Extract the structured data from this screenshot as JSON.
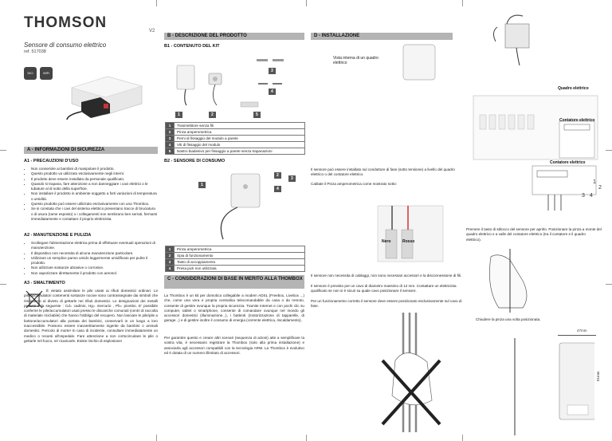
{
  "header": {
    "logo": "THOMSON",
    "version": "V2",
    "product_title": "Sensore di consumo elettrico",
    "ref": "ref. 517038"
  },
  "badges": {
    "b1": "DiO",
    "b2": "WiFi"
  },
  "sections": {
    "A": "A - INFORMAZIONI DI SICUREZZA",
    "B": "B - DESCRIZIONE DEL PRODOTTO",
    "C": "C - CONSIDERAZIONI DI BASE IN MERITO ALLA THOMBOX",
    "D": "D - INSTALLAZIONE"
  },
  "a1": {
    "title": "A1 - PRECAUZIONI D'USO",
    "items": [
      "Non consentire ai bambini di manipolare il prodotto.",
      "Questo prodotto va utilizzato esclusivamente negli interni.",
      "Il prodotto deve essere installato da personale qualificato.",
      "Quando si trapana, fare attenzione a non danneggiare i cavi elettrici o le tubature al di sotto della superficie.",
      "Non installare il prodotto in ambiente soggetto a forti variazioni di temperatura o umidità.",
      "Questo prodotto può essere utilizzato esclusivamente con una Thombox.",
      "Se si constata che i cavi del sistema elettrico presentano tracce di bruciatura o di usura (rame esposto) o i collegamenti non sembrano ben serrati, fermarsi immediatamente e contattare il proprio elettricista."
    ]
  },
  "a2": {
    "title": "A2 - MANUTENZIONE E PULIZIA",
    "items": [
      "Scollegare l'alimentazione elettrica prima di effettuare eventuali operazioni di manutenzione.",
      "Il dispositivo non necessita di alcuna manutenzione particolare.",
      "Utilizzare un semplice panno umido leggermente umidificato per pulire il prodotto.",
      "Non utilizzare sostanze abrasive o corrosive.",
      "Non vaporizzare direttamente il prodotto con aerosol."
    ]
  },
  "a3": {
    "title": "A3 - SMALTIMENTO",
    "text": "È vietato assimilare le pile usate ai rifiuti domestici ordinari. Le pile/accumulatori contenenti sostanze nocive sono contrassegnate dai simboli che rimandano al divieto di gettarle nei rifiuti domestici. Le designazioni dei metalli pesanti è la seguente : Cd= cadmio, Hg= mercurio , Pb= piombo. E' possibile conferire le pile/accumulatori usati presso le discariche comunali (centri di raccolta di materiale riciclabile) che hanno l'obbligo del recupero. Non lasciare le pile/pile a bottone/accumulatori alla portata dei bambini, conservarli in un luogo a loro inaccessibile. Possono essere inavvertitamente ingerite da bambini o animali domestici. Pericolo di morte! In caso di incidente, consultare immediatamente un medico o recarsi all'ospedale. Fare attenzione a non cortocircuitare le pile o gettarle nel fuoco, né ricaricarle. Esiste rischio di esplosione!"
  },
  "b1": {
    "title": "B1 - CONTENUTO DEL KIT",
    "tags": [
      "1",
      "2",
      "3",
      "4",
      "5"
    ],
    "table": [
      {
        "n": "1",
        "label": "Trasmettitore senza fili"
      },
      {
        "n": "2",
        "label": "Pinza amperometrica"
      },
      {
        "n": "3",
        "label": "Perni di fissaggio del modulo a parete"
      },
      {
        "n": "4",
        "label": "Viti di fissaggio del modulo"
      },
      {
        "n": "5",
        "label": "Nastro biadesivo per fissaggio a parete senza trapanazioni"
      }
    ]
  },
  "b2": {
    "title": "B2 - SENSORE DI CONSUMO",
    "tags": [
      "1",
      "2",
      "3",
      "4"
    ],
    "table": [
      {
        "n": "1",
        "label": "Pinza amperometrica"
      },
      {
        "n": "2",
        "label": "Spia di funzionamento"
      },
      {
        "n": "3",
        "label": "Tasto di accoppiamento"
      },
      {
        "n": "4",
        "label": "Presa jack non utilizzata"
      }
    ]
  },
  "c": {
    "p1": "La Thombox è un kit per domotica collegabile a modem ADSL (Freebox, Livebox ...) che, come una vera e propria centralina telecomandabile da casa o da remoto, consente di gestire ovunque la propria sicurezza. Tramite Internet e con pochi clic su computer, tablet o smartphone, consente di comandare ovunque nel mondo gli accessori domestici (illuminazione...), i battenti (motorizzazione di tapparelle, di garage...) e di gestire inoltre il consumo di energia (corrente elettrica, riscaldamento).",
    "p2": "Per garantire questo e creare altri scenari (sequenza di azioni) atte a semplificare la vostra vita, è necessario registrare la Thombox (solo alla prima installazione) e associarla agli accessori compatibili con la tecnologia ARW. La Thombox è evolutivo ed è dotata di un numero illimitato di accessori."
  },
  "d": {
    "vista": "Vista interna di un quadro elettrico",
    "quadro": "Quadro elettrico",
    "contatore1": "Contatore elettrico",
    "contatore2": "Contatore elettrico",
    "meter_nums": [
      "1",
      "2",
      "3",
      "4"
    ],
    "p1": "Il sensore può essere installato sul conduttore di fase (sotto tensione) a livello del quadro elettrico o del contatore elettrico.",
    "p2": "Cablate il Pinza amperometrica come mostrato sotto:",
    "nero": "Nero",
    "rosso": "Rosso",
    "p3": "Premere il tasto di sblocco del sensore per aprirlo. Posizionare la pinza a monte del quadro elettrico e a valle del contatore elettrico (tra il contatore e il quadro elettrico).",
    "p4": "Il sensore non necessita di cablaggi, non sono necessari accessori e la disconnessione di fili.",
    "p5": "Il sensore è previsto per un cavo di diametro massimo di 12 mm. Contattare un elettricista qualificato se non si è sicuri su quale cavo posizionare il sensore.",
    "p6": "Per un funzionamento corretto il sensore deve essere posizionato esclusivamente sul cavo di fase.",
    "p7": "Chiudere la pinza una volta posizionata.",
    "dim_w": "47mm",
    "dim_h": "81mm"
  }
}
